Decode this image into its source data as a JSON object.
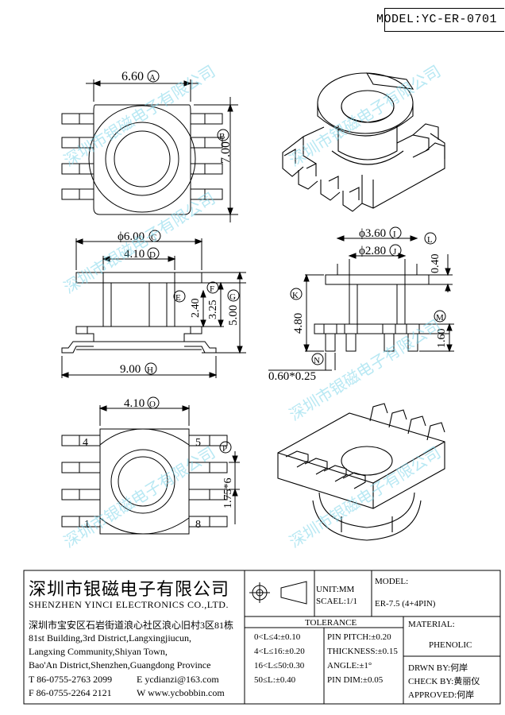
{
  "header": {
    "model": "MODEL:YC-ER-0701"
  },
  "watermark": {
    "text": "深圳市银磁电子有限公司"
  },
  "top_view": {
    "width": "6.60",
    "width_tag": "A",
    "height": "7.00",
    "height_tag": "B"
  },
  "front_view": {
    "dim_c": "ϕ6.00",
    "tag_c": "C",
    "dim_d": "4.10",
    "tag_d": "D",
    "tag_e": "E",
    "tag_f": "F",
    "dim_e_val": "2.40",
    "dim_f_val": "3.25",
    "dim_g": "5.00",
    "tag_g": "G",
    "dim_h": "9.00",
    "tag_h": "H"
  },
  "side_view": {
    "dim_i": "ϕ3.60",
    "tag_i": "I",
    "dim_j": "ϕ2.80",
    "tag_j": "J",
    "dim_l": "0.40",
    "tag_l": "L",
    "dim_k": "4.80",
    "tag_k": "K",
    "dim_m": "1.60",
    "tag_m": "M",
    "tag_n": "N",
    "dim_n": "0.60*0.25"
  },
  "bottom_view": {
    "dim_o": "4.10",
    "tag_o": "O",
    "dim_p": "1.75*6",
    "tag_p": "P",
    "pin_4": "4",
    "pin_5": "5",
    "pin_1": "1",
    "pin_8": "8"
  },
  "title_block": {
    "company_cn": "深圳市银磁电子有限公司",
    "company_en": "SHENZHEN YINCI ELECTRONICS CO.,LTD.",
    "address_cn": "深圳市宝安区石岩街道浪心社区浪心旧村3区81栋",
    "address_en_1": "81st Building,3rd District,Langxingjiucun,",
    "address_en_2": "Langxing Community,Shiyan Town,",
    "address_en_3": "Bao'An District,Shenzhen,Guangdong Province",
    "tel": "T 86-0755-2763 2099",
    "email": "E ycdianzi@163.com",
    "fax": "F 86-0755-2264 2121",
    "web": "W www.ycbobbin.com",
    "unit": "UNIT:MM",
    "scale": "SCAEL:1/1",
    "model_label": "MODEL:",
    "model_value": "ER-7.5 (4+4PIN)",
    "tolerance_label": "TOLERANCE",
    "tol_1": "0<L≤4:±0.10",
    "tol_2": "4<L≤16:±0.20",
    "tol_3": "16<L≤50:0.30",
    "tol_4": "50≤L:±0.40",
    "tol_5": "PIN PITCH:±0.20",
    "tol_6": "THICKNESS:±0.15",
    "tol_7": "ANGLE:±1°",
    "tol_8": "PIN DIM:±0.05",
    "material_label": "MATERIAL:",
    "material_value": "PHENOLIC",
    "drawn_by": "DRWN BY:何岸",
    "check_by": "CHECK BY:黄丽仪",
    "approved": "APPROVED:何岸"
  }
}
